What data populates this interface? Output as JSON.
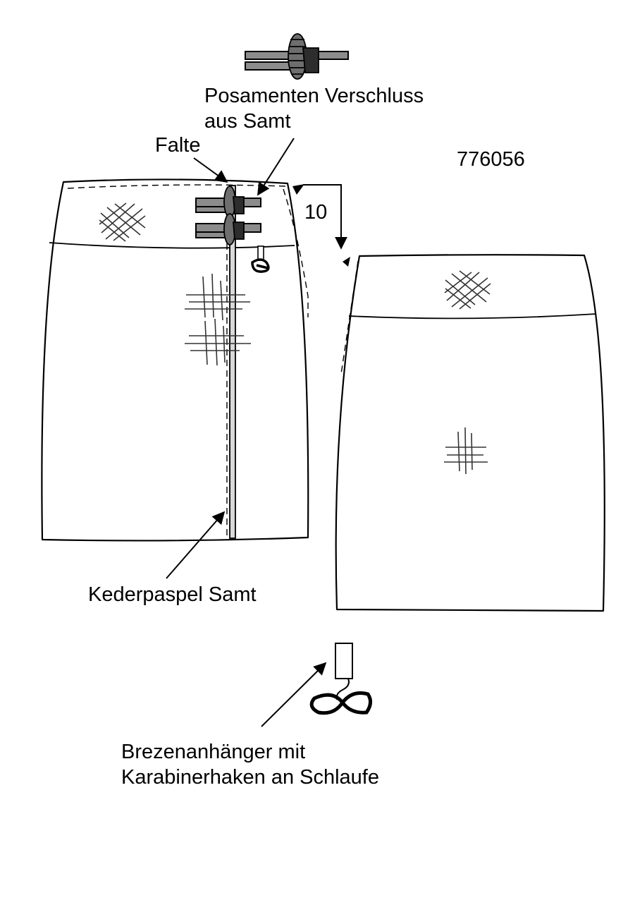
{
  "article_number": "776056",
  "measurement": "10",
  "labels": {
    "closure_line1": "Posamenten Verschluss",
    "closure_line2": "aus Samt",
    "fold": "Falte",
    "piping": "Kederpaspel Samt",
    "charm_line1": "Brezenanhänger mit",
    "charm_line2": "Karabinerhaken an Schlaufe"
  },
  "colors": {
    "line": "#000000",
    "fabric": "#ffffff",
    "trim_grey": "#8c8c8c",
    "rosette_grey": "#6e6e6e",
    "clasp_dark": "#2d2d2d"
  }
}
